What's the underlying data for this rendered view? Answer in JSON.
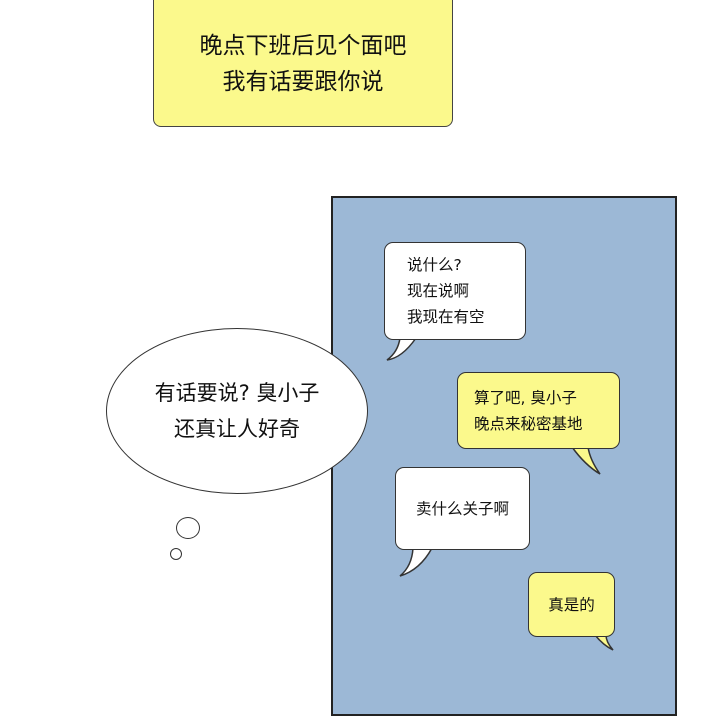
{
  "top_caption": {
    "lines": [
      "晚点下班后见个面吧",
      "我有话要跟你说"
    ]
  },
  "thought_bubble": {
    "lines": [
      "有话要说? 臭小子",
      "还真让人好奇"
    ]
  },
  "chat_bubbles": [
    {
      "lines": [
        "说什么?",
        "现在说啊",
        "我现在有空"
      ]
    },
    {
      "lines": [
        "算了吧, 臭小子",
        "晚点来秘密基地"
      ]
    },
    {
      "lines": [
        "卖什么关子啊"
      ]
    },
    {
      "lines": [
        "真是的"
      ]
    }
  ],
  "colors": {
    "yellow": "#fbf98c",
    "panel_blue": "#9cb8d6"
  }
}
